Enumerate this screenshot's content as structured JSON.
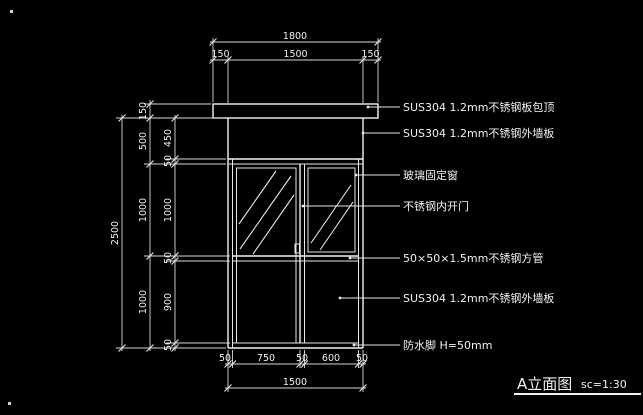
{
  "canvas": {
    "background": "#000000",
    "line_color": "#f2f2f2"
  },
  "title_block": {
    "title": "A立面图",
    "scale": "sc=1:30"
  },
  "dims": {
    "top": {
      "overall": "1800",
      "segments": [
        "150",
        "1500",
        "150"
      ]
    },
    "left": {
      "overall": "2500",
      "mid_chain": [
        "150",
        "500",
        "1000",
        "1000"
      ],
      "inner_chain": [
        "450",
        "50",
        "1000",
        "50",
        "900",
        "50"
      ]
    },
    "bottom": {
      "segments": [
        "50",
        "750",
        "50",
        "600",
        "50"
      ],
      "overall": "1500"
    }
  },
  "callouts": [
    "SUS304 1.2mm不锈钢板包顶",
    "SUS304 1.2mm不锈钢外墙板",
    "玻璃固定窗",
    "不锈钢内开门",
    "50×50×1.5mm不锈钢方管",
    "SUS304 1.2mm不锈钢外墙板",
    "防水脚 H=50mm"
  ]
}
